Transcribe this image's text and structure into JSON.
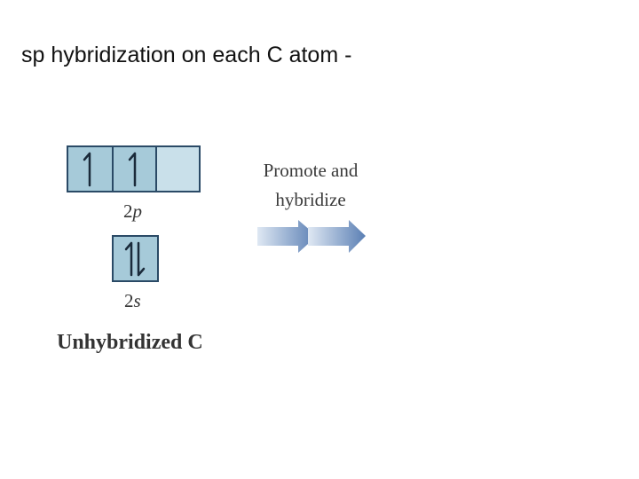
{
  "slide": {
    "title": "sp hybridization on each C atom -"
  },
  "diagram": {
    "p_orbitals": {
      "label_number": "2",
      "label_letter": "p",
      "boxes": [
        {
          "electrons": "up"
        },
        {
          "electrons": "up"
        },
        {
          "electrons": "empty"
        }
      ]
    },
    "s_orbital": {
      "label_number": "2",
      "label_letter": "s",
      "boxes": [
        {
          "electrons": "paired"
        }
      ]
    },
    "caption": "Unhybridized C",
    "step": {
      "line1": "Promote and",
      "line2": "hybridize"
    },
    "arrow_icon": "double-right-arrow-icon",
    "colors": {
      "orbital_fill": "#a6cad9",
      "orbital_border": "#2a4a66",
      "arrow_light": "#dfe8f3",
      "arrow_dark": "#5a7fb4"
    }
  }
}
